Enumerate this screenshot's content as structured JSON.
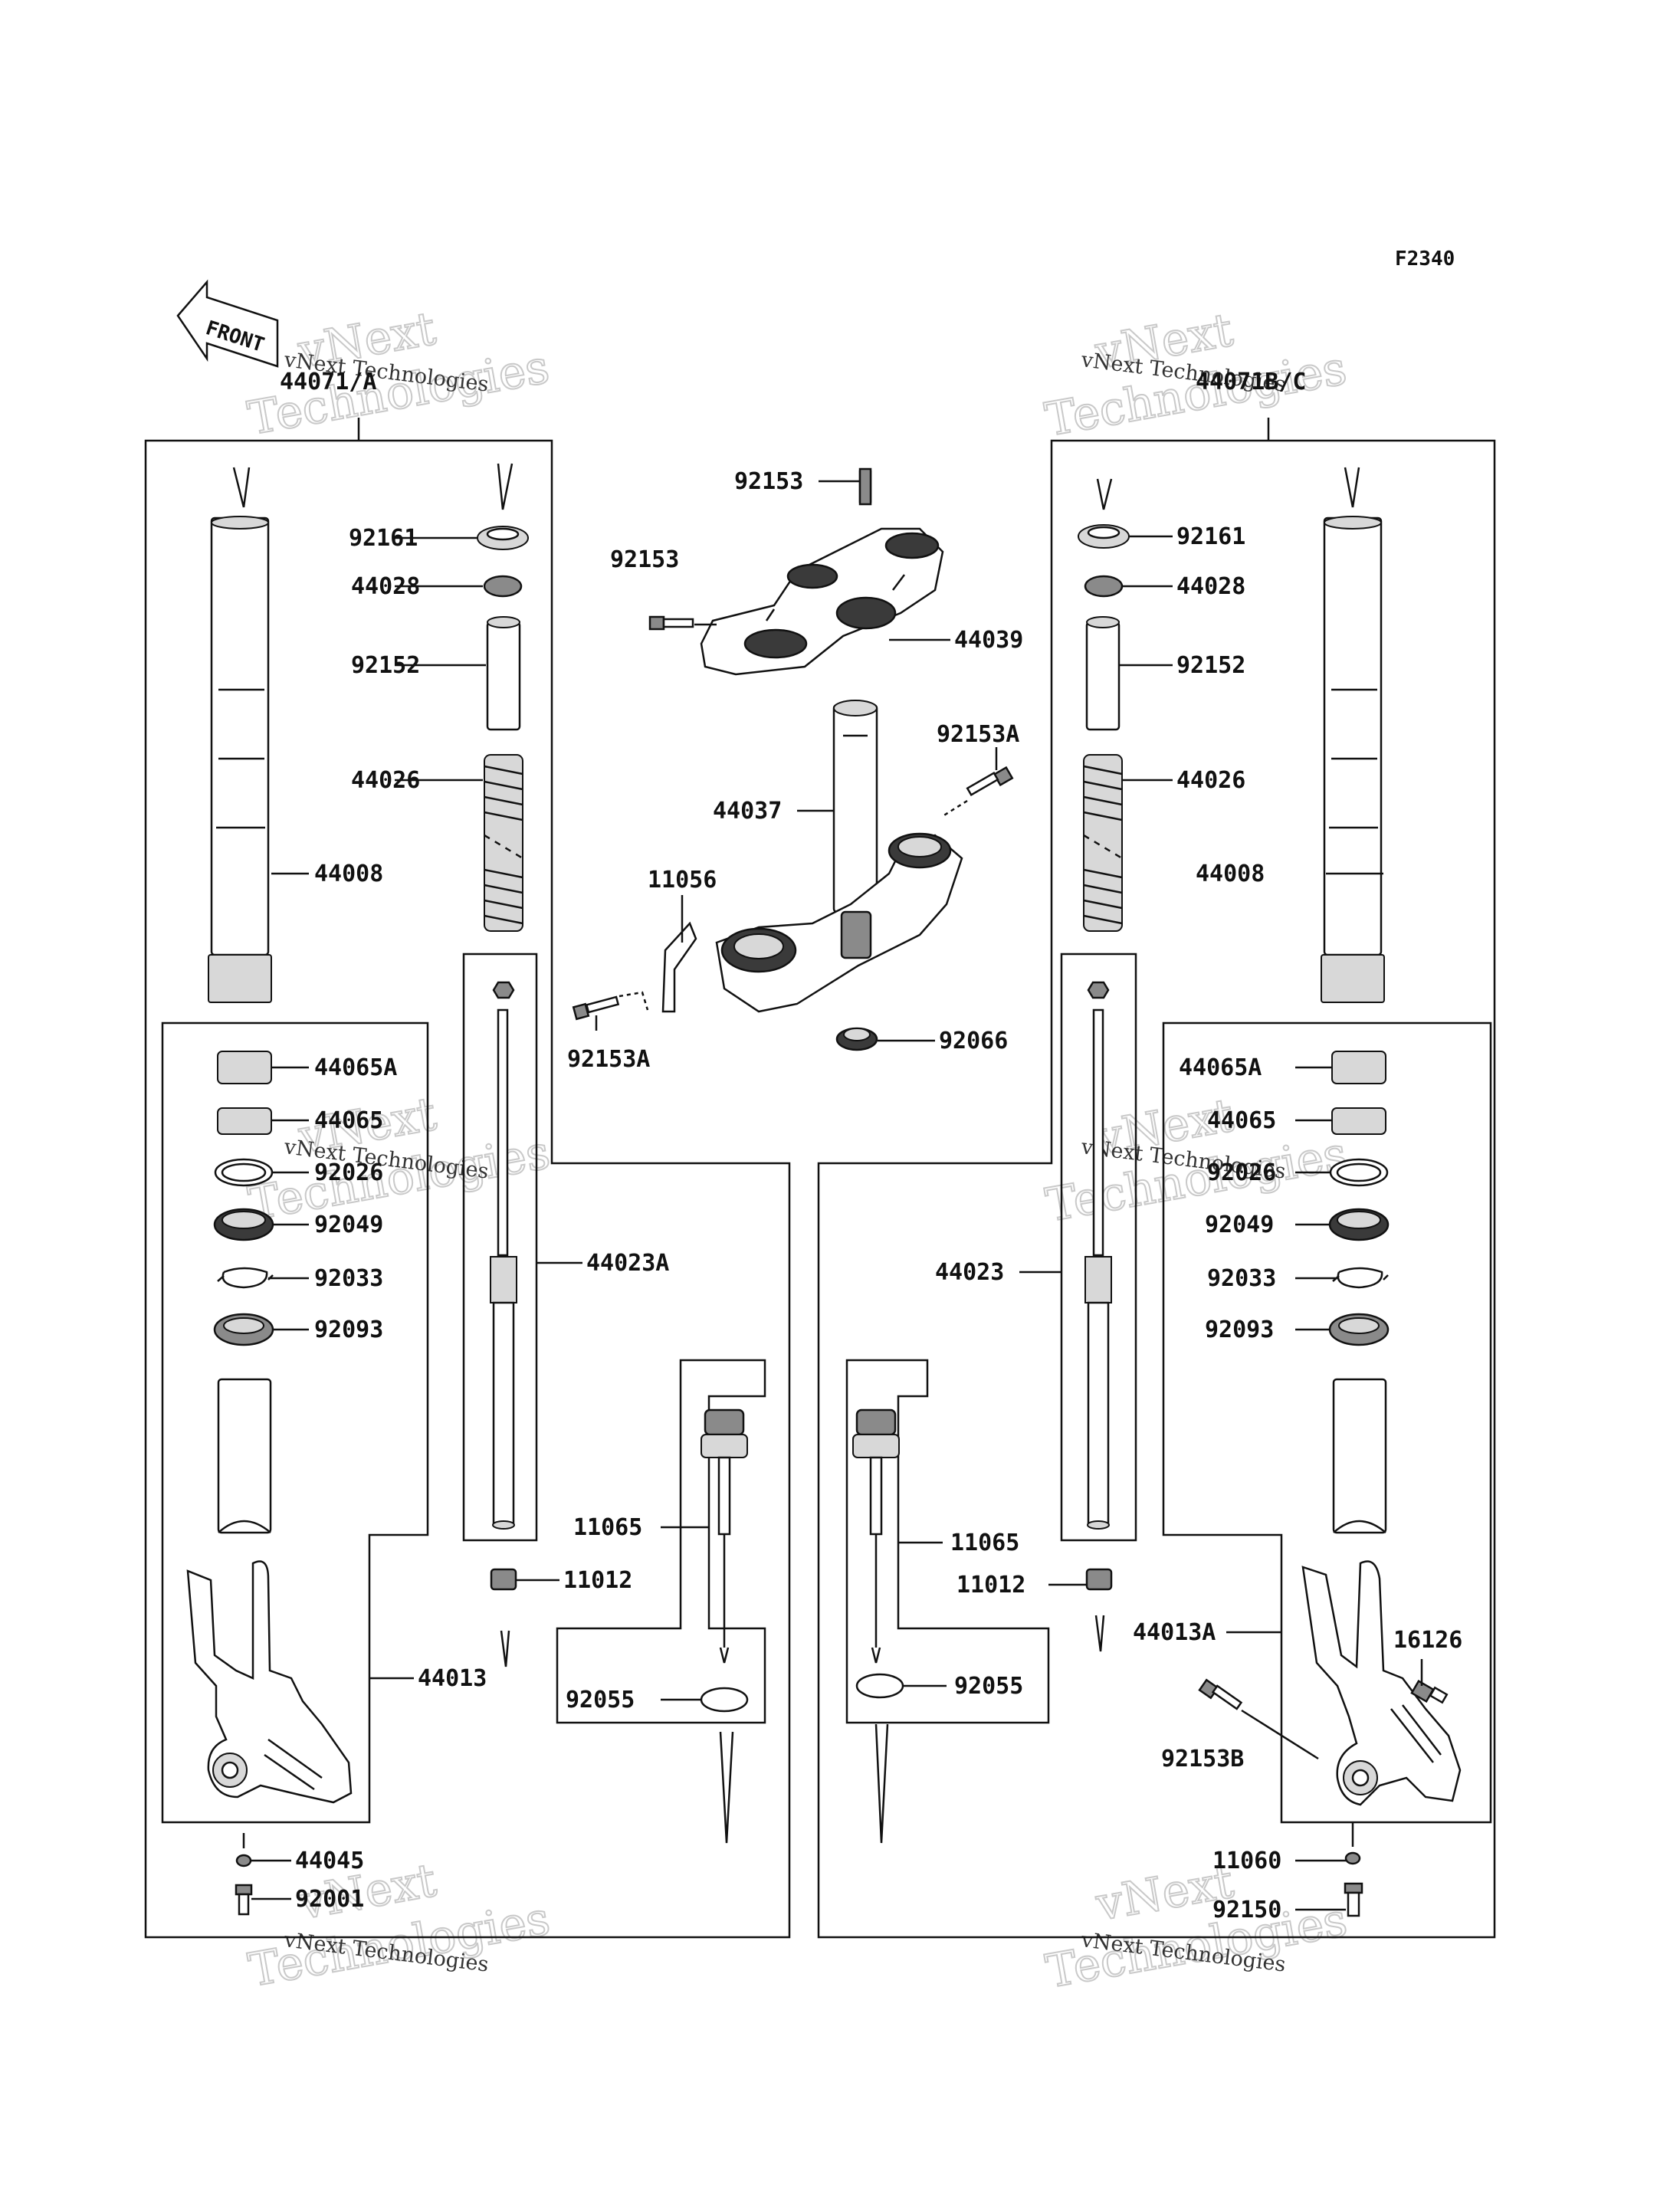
{
  "figure_code": "F2340",
  "front_arrow_label": "FRONT",
  "watermark": {
    "line1": "vNext",
    "line2": "Technologies",
    "small": "vNext Technologies"
  },
  "assembly_labels": {
    "left": "44071/A",
    "right": "44071B/C"
  },
  "labels": {
    "l_92161": "92161",
    "l_44028": "44028",
    "l_92152": "92152",
    "l_44026": "44026",
    "l_44008": "44008",
    "l_44065A": "44065A",
    "l_44065": "44065",
    "l_92026": "92026",
    "l_92049": "92049",
    "l_92033": "92033",
    "l_92093": "92093",
    "l_44023A": "44023A",
    "l_11012": "11012",
    "l_44013": "44013",
    "l_44045": "44045",
    "l_92001": "92001",
    "l_11065": "11065",
    "l_92055": "92055",
    "c_92153_top": "92153",
    "c_92153_mid": "92153",
    "c_44039": "44039",
    "c_92153A_r": "92153A",
    "c_44037": "44037",
    "c_11056": "11056",
    "c_92153A_l": "92153A",
    "c_92066": "92066",
    "r_92161": "92161",
    "r_44028": "44028",
    "r_92152": "92152",
    "r_44026": "44026",
    "r_44008": "44008",
    "r_44065A": "44065A",
    "r_44065": "44065",
    "r_92026": "92026",
    "r_92049": "92049",
    "r_92033": "92033",
    "r_92093": "92093",
    "r_44023": "44023",
    "r_11065": "11065",
    "r_11012": "11012",
    "r_92055": "92055",
    "r_44013A": "44013A",
    "r_16126": "16126",
    "r_92153B": "92153B",
    "r_11060": "11060",
    "r_92150": "92150"
  }
}
